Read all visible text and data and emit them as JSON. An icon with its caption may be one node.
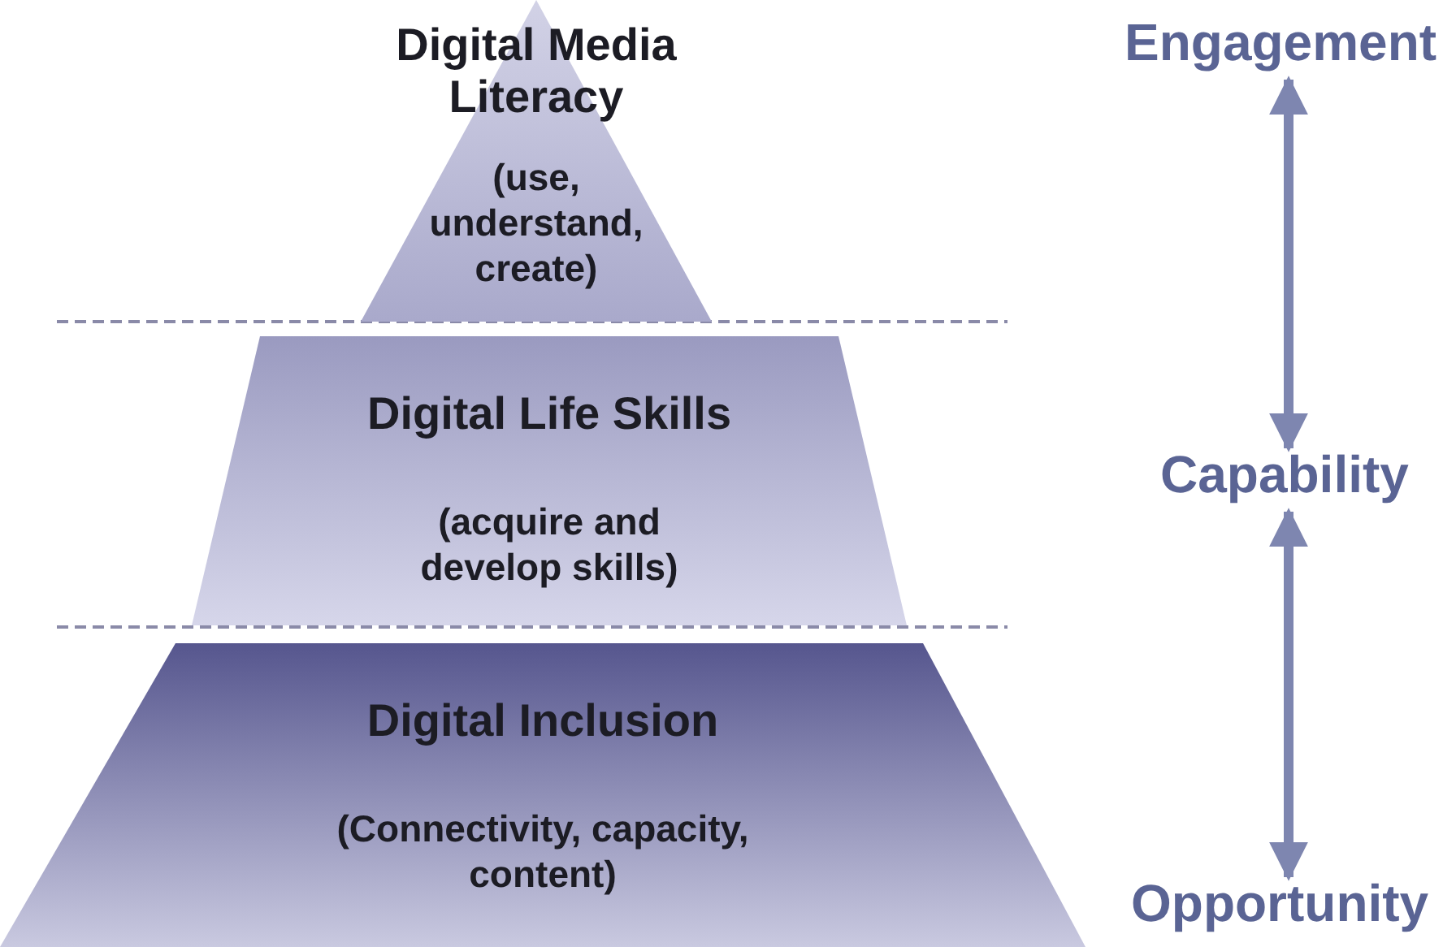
{
  "diagram": {
    "nodes": [
      {
        "text": [
          "Digital Media Literacy",
          "(use, understand, create)"
        ]
      },
      {
        "text": [
          "Digital Life Skills",
          "(acquire and develop skills)"
        ]
      },
      {
        "text": [
          "Digital Inclusion",
          "(Connectivity, capacity, content)"
        ]
      },
      {
        "text": [
          "Engagement"
        ]
      },
      {
        "text": [
          "Capability"
        ]
      },
      {
        "text": [
          "Opportunity"
        ]
      }
    ],
    "edges": [
      {
        "from": 3,
        "to": 4,
        "arrow": "both"
      },
      {
        "from": 4,
        "to": 5,
        "arrow": "both"
      }
    ]
  }
}
